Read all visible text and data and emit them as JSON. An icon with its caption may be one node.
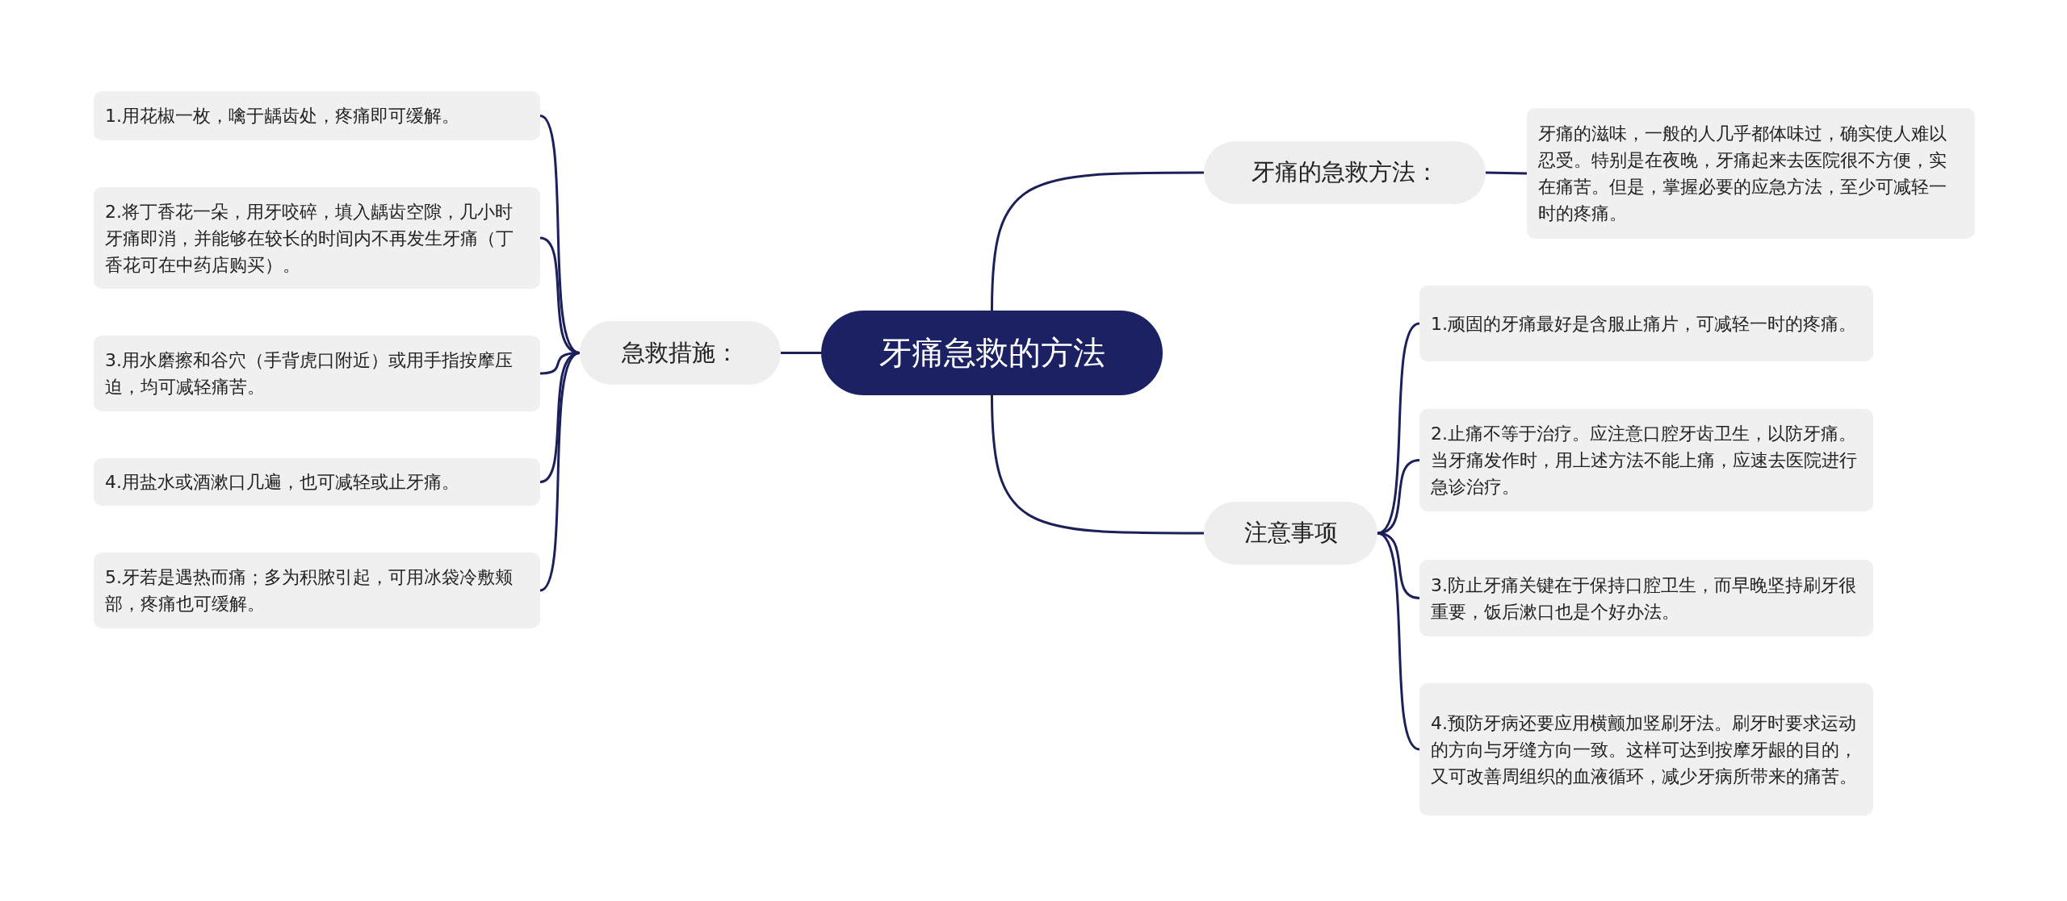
{
  "diagram": {
    "nodes": [
      {
        "text": [
          "牙痛急救的方法"
        ]
      },
      {
        "text": [
          "牙痛的急救方法："
        ]
      },
      {
        "text": [
          "牙痛的滋味，一般的人几乎都体味过，确实使人难以忍受。特别是在夜晚，牙痛起来去医院很不方便，实在痛苦。但是，掌握必要的应急方法，至少可减轻一时的疼痛。"
        ]
      },
      {
        "text": [
          "急救措施："
        ]
      },
      {
        "text": [
          "1.用花椒一枚，噙于龋齿处，疼痛即可缓解。"
        ]
      },
      {
        "text": [
          "2.将丁香花一朵，用牙咬碎，填入龋齿空隙，几小时牙痛即消，并能够在较长的时间内不再发生牙痛（丁香花可在中药店购买）。"
        ]
      },
      {
        "text": [
          "3.用水磨擦和谷穴（手背虎口附近）或用手指按摩压迫，均可减轻痛苦。"
        ]
      },
      {
        "text": [
          "4.用盐水或酒漱口几遍，也可减轻或止牙痛。"
        ]
      },
      {
        "text": [
          "5.牙若是遇热而痛；多为积脓引起，可用冰袋冷敷颊部，疼痛也可缓解。"
        ]
      },
      {
        "text": [
          "注意事项"
        ]
      },
      {
        "text": [
          "1.顽固的牙痛最好是含服止痛片，可减轻一时的疼痛。"
        ]
      },
      {
        "text": [
          "2.止痛不等于治疗。应注意口腔牙齿卫生，以防牙痛。当牙痛发作时，用上述方法不能上痛，应速去医院进行急诊治疗。"
        ]
      },
      {
        "text": [
          "3.防止牙痛关键在于保持口腔卫生，而早晚坚持刷牙很重要，饭后漱口也是个好办法。"
        ]
      },
      {
        "text": [
          "4.预防牙病还要应用横颤加竖刷牙法。刷牙时要求运动的方向与牙缝方向一致。这样可达到按摩牙龈的目的，又可改善周组织的血液循环，减少牙病所带来的痛苦。"
        ]
      }
    ],
    "edges": [
      {
        "from": 0,
        "to": 1,
        "arrow": "none"
      },
      {
        "from": 1,
        "to": 2,
        "arrow": "none"
      },
      {
        "from": 0,
        "to": 3,
        "arrow": "none"
      },
      {
        "from": 3,
        "to": 4,
        "arrow": "none"
      },
      {
        "from": 3,
        "to": 5,
        "arrow": "none"
      },
      {
        "from": 3,
        "to": 6,
        "arrow": "none"
      },
      {
        "from": 3,
        "to": 7,
        "arrow": "none"
      },
      {
        "from": 3,
        "to": 8,
        "arrow": "none"
      },
      {
        "from": 0,
        "to": 9,
        "arrow": "none"
      },
      {
        "from": 9,
        "to": 10,
        "arrow": "none"
      },
      {
        "from": 9,
        "to": 11,
        "arrow": "none"
      },
      {
        "from": 9,
        "to": 12,
        "arrow": "none"
      },
      {
        "from": 9,
        "to": 13,
        "arrow": "none"
      }
    ]
  }
}
